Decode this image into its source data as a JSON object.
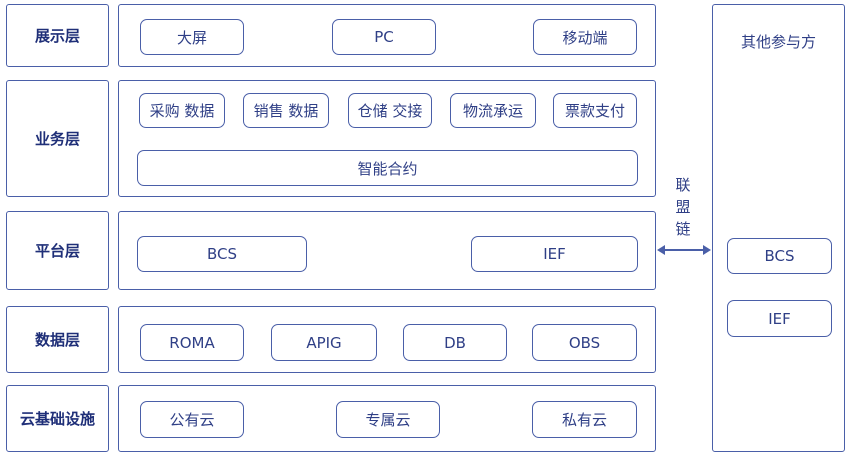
{
  "layers": {
    "presentation": {
      "label": "展示层",
      "items": [
        "大屏",
        "PC",
        "移动端"
      ]
    },
    "business": {
      "label": "业务层",
      "items": [
        "采购 数据",
        "销售 数据",
        "仓储 交接",
        "物流承运",
        "票款支付"
      ],
      "wide": "智能合约"
    },
    "platform": {
      "label": "平台层",
      "items": [
        "BCS",
        "IEF"
      ]
    },
    "data": {
      "label": "数据层",
      "items": [
        "ROMA",
        "APIG",
        "DB",
        "OBS"
      ]
    },
    "infra": {
      "label": "云基础设施",
      "items": [
        "公有云",
        "专属云",
        "私有云"
      ]
    }
  },
  "other_party": {
    "title": "其他参与方",
    "items": [
      "BCS",
      "IEF"
    ]
  },
  "link": {
    "label_chars": [
      "联",
      "盟",
      "链"
    ]
  },
  "colors": {
    "border": "#4a5fa8",
    "text": "#2f3f86",
    "label": "#1f2f78"
  }
}
